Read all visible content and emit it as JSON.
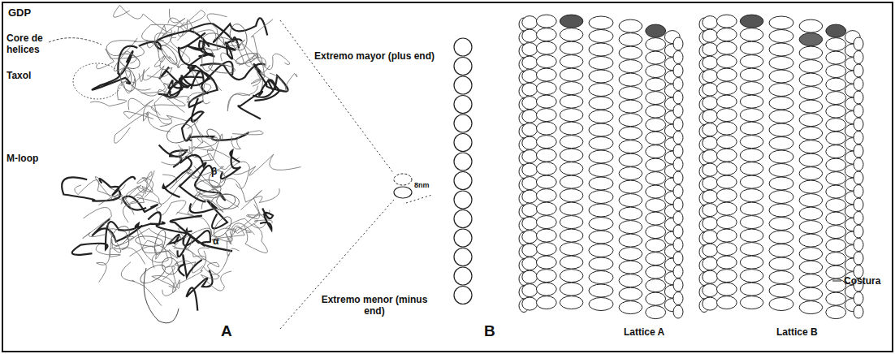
{
  "diagram": {
    "labels": [
      "GDP",
      "Core de helices",
      "Taxol",
      "M-loop",
      "A",
      "β",
      "8nm",
      "α",
      "Extremo mayor (plus end)",
      "Extremo menor (minus end)",
      "B",
      "Lattice A",
      "Lattice B",
      "Costura"
    ]
  }
}
